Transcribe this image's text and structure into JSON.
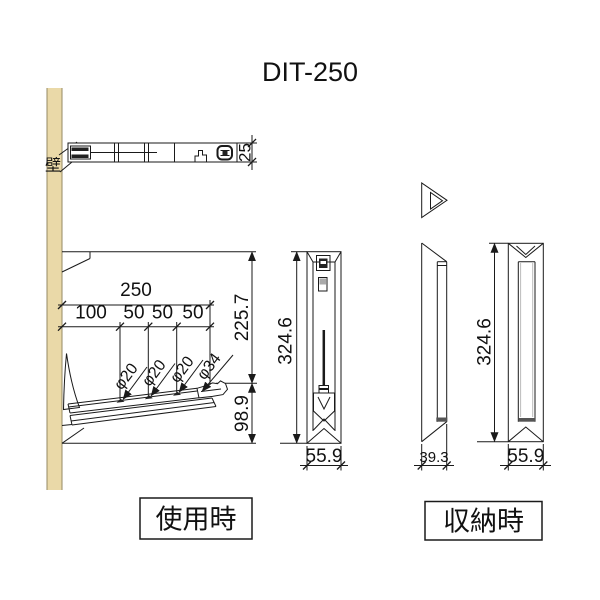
{
  "title": "DIT-250",
  "labels": {
    "wall": "壁",
    "in_use": "使用時",
    "stored": "収納時"
  },
  "dimensions": {
    "top_depth": "25",
    "total_length": "250",
    "segments": [
      "100",
      "50",
      "50",
      "50"
    ],
    "upper_height": "225.7",
    "lower_height": "98.9",
    "peg_diameters": [
      "φ20",
      "φ20",
      "φ20"
    ],
    "tip_diameter": "φ34",
    "in_use_front": {
      "height": "324.6",
      "width": "55.9"
    },
    "stored_side": {
      "depth": "39.3"
    },
    "stored_front": {
      "height": "324.6",
      "width": "55.9"
    }
  },
  "colors": {
    "wall": "#ead9a8",
    "line": "#1a1a1a"
  }
}
